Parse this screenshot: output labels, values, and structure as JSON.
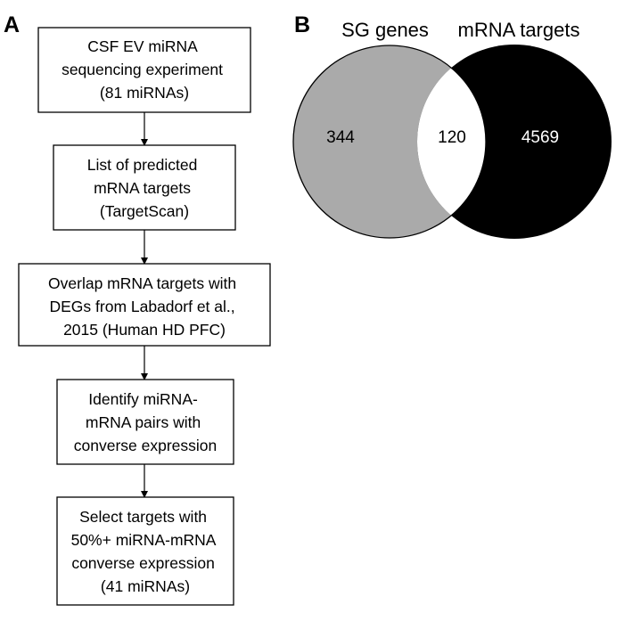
{
  "panel_a": {
    "letter": "A",
    "steps": [
      {
        "lines": [
          "CSF EV miRNA",
          "sequencing experiment",
          "(81 miRNAs)"
        ]
      },
      {
        "lines": [
          "List of predicted",
          "mRNA targets",
          "(TargetScan)"
        ]
      },
      {
        "lines": [
          "Overlap mRNA targets with",
          "DEGs from Labadorf et al.,",
          "2015 (Human HD PFC)"
        ]
      },
      {
        "lines": [
          "Identify miRNA-",
          "mRNA pairs with",
          "converse expression"
        ]
      },
      {
        "lines": [
          "Select targets with",
          "50%+ miRNA-mRNA",
          "converse expression",
          "(41 miRNAs)"
        ]
      }
    ]
  },
  "panel_b": {
    "letter": "B",
    "sets": [
      {
        "name": "SG genes",
        "only_count": "344",
        "color": "#aaaaaa"
      },
      {
        "name": "mRNA targets",
        "only_count": "4569",
        "color": "#000000"
      }
    ],
    "overlap_count": "120",
    "overlap_color": "#ffffff"
  }
}
